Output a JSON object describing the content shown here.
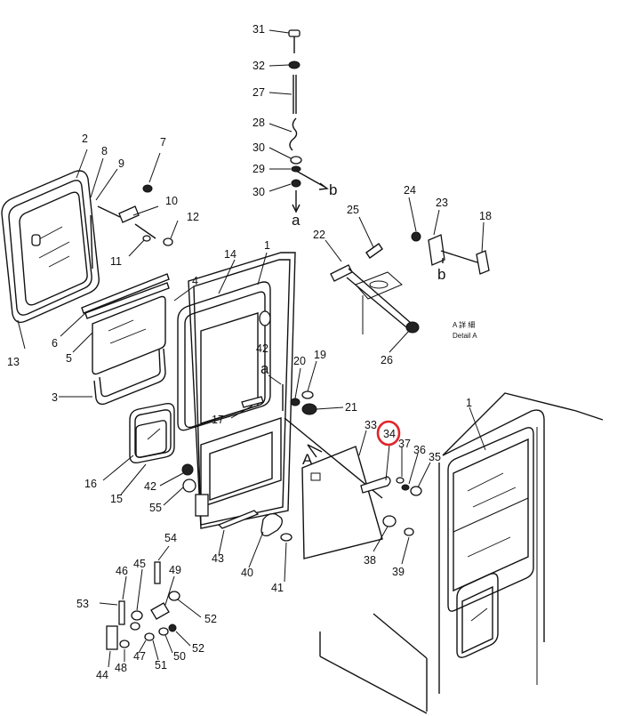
{
  "parts": [
    {
      "id": "31",
      "label": "31"
    },
    {
      "id": "32",
      "label": "32"
    },
    {
      "id": "27",
      "label": "27"
    },
    {
      "id": "28",
      "label": "28"
    },
    {
      "id": "30a",
      "label": "30"
    },
    {
      "id": "29",
      "label": "29"
    },
    {
      "id": "30b",
      "label": "30"
    },
    {
      "id": "2",
      "label": "2"
    },
    {
      "id": "8",
      "label": "8"
    },
    {
      "id": "7",
      "label": "7"
    },
    {
      "id": "9",
      "label": "9"
    },
    {
      "id": "10",
      "label": "10"
    },
    {
      "id": "12",
      "label": "12"
    },
    {
      "id": "11",
      "label": "11"
    },
    {
      "id": "24",
      "label": "24"
    },
    {
      "id": "23",
      "label": "23"
    },
    {
      "id": "25",
      "label": "25"
    },
    {
      "id": "18",
      "label": "18"
    },
    {
      "id": "22",
      "label": "22"
    },
    {
      "id": "14",
      "label": "14"
    },
    {
      "id": "1a",
      "label": "1"
    },
    {
      "id": "4",
      "label": "4"
    },
    {
      "id": "6",
      "label": "6"
    },
    {
      "id": "5",
      "label": "5"
    },
    {
      "id": "13",
      "label": "13"
    },
    {
      "id": "42a",
      "label": "42"
    },
    {
      "id": "26",
      "label": "26"
    },
    {
      "id": "3",
      "label": "3"
    },
    {
      "id": "20",
      "label": "20"
    },
    {
      "id": "19",
      "label": "19"
    },
    {
      "id": "17",
      "label": "17"
    },
    {
      "id": "21",
      "label": "21"
    },
    {
      "id": "1b",
      "label": "1"
    },
    {
      "id": "33",
      "label": "33"
    },
    {
      "id": "34",
      "label": "34"
    },
    {
      "id": "37",
      "label": "37"
    },
    {
      "id": "36",
      "label": "36"
    },
    {
      "id": "35",
      "label": "35"
    },
    {
      "id": "16",
      "label": "16"
    },
    {
      "id": "42b",
      "label": "42"
    },
    {
      "id": "15",
      "label": "15"
    },
    {
      "id": "55",
      "label": "55"
    },
    {
      "id": "54",
      "label": "54"
    },
    {
      "id": "43",
      "label": "43"
    },
    {
      "id": "40",
      "label": "40"
    },
    {
      "id": "41",
      "label": "41"
    },
    {
      "id": "38",
      "label": "38"
    },
    {
      "id": "39",
      "label": "39"
    },
    {
      "id": "46",
      "label": "46"
    },
    {
      "id": "45",
      "label": "45"
    },
    {
      "id": "49",
      "label": "49"
    },
    {
      "id": "53",
      "label": "53"
    },
    {
      "id": "52a",
      "label": "52"
    },
    {
      "id": "52b",
      "label": "52"
    },
    {
      "id": "47",
      "label": "47"
    },
    {
      "id": "50",
      "label": "50"
    },
    {
      "id": "51",
      "label": "51"
    },
    {
      "id": "44",
      "label": "44"
    },
    {
      "id": "48",
      "label": "48"
    }
  ],
  "refs": {
    "a_top": "a",
    "b_top": "b",
    "b_right": "b",
    "a_door": "a",
    "view_A": "A"
  },
  "detail": {
    "title": "A 詳 細",
    "subtitle": "Detail A"
  },
  "highlight": {
    "part": "34",
    "color": "#e0262b"
  }
}
